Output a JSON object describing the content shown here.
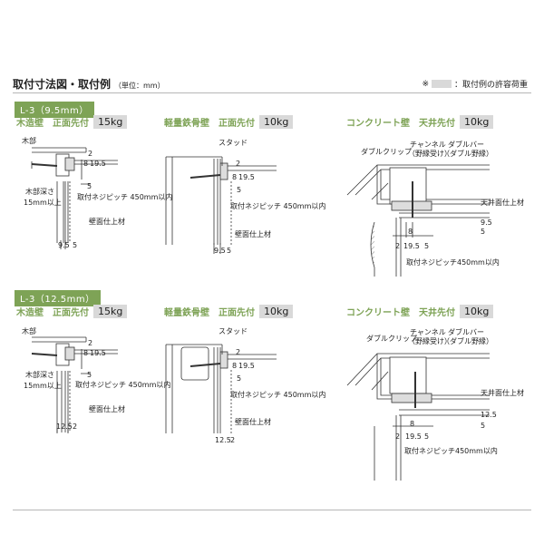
{
  "header": {
    "title": "取付寸法図・取付例",
    "unit": "（単位：mm）",
    "legend_mark": "※",
    "legend_text": "：取付例の許容荷重"
  },
  "sections": [
    {
      "label": "L-3（9.5mm）",
      "panels": [
        {
          "title": "木造壁　正面先付",
          "load": "15kg",
          "labels": [
            "木部",
            "木部深さ",
            "15mm以上",
            "取付ネジピッチ 450mm以内",
            "壁面仕上材"
          ],
          "dims": [
            "2",
            "8",
            "19.5",
            "5",
            "9.5",
            "5"
          ]
        },
        {
          "title": "軽量鉄骨壁　正面先付",
          "load": "10kg",
          "labels": [
            "スタッド",
            "取付ネジピッチ 450mm以内",
            "壁面仕上材"
          ],
          "dims": [
            "2",
            "8",
            "19.5",
            "5",
            "9.5",
            "5"
          ]
        },
        {
          "title": "コンクリート壁　天井先付",
          "load": "10kg",
          "labels": [
            "ダブルクリップ",
            "チャンネル",
            "（野縁受け）",
            "ダブルバー",
            "（ダブル野縁）",
            "天井面仕上材",
            "取付ネジピッチ450mm以内"
          ],
          "dims": [
            "9.5",
            "5",
            "8",
            "2",
            "19.5",
            "5"
          ]
        }
      ]
    },
    {
      "label": "L-3（12.5mm）",
      "panels": [
        {
          "title": "木造壁　正面先付",
          "load": "15kg",
          "labels": [
            "木部",
            "木部深さ",
            "15mm以上",
            "取付ネジピッチ 450mm以内",
            "壁面仕上材"
          ],
          "dims": [
            "2",
            "8",
            "19.5",
            "5",
            "12.5",
            "2"
          ]
        },
        {
          "title": "軽量鉄骨壁　正面先付",
          "load": "10kg",
          "labels": [
            "スタッド",
            "取付ネジピッチ 450mm以内",
            "壁面仕上材"
          ],
          "dims": [
            "2",
            "8",
            "19.5",
            "5",
            "12.5",
            "2"
          ]
        },
        {
          "title": "コンクリート壁　天井先付",
          "load": "10kg",
          "labels": [
            "ダブルクリップ",
            "チャンネル",
            "（野縁受け）",
            "ダブルバー",
            "（ダブル野縁）",
            "天井面仕上材",
            "取付ネジピッチ450mm以内"
          ],
          "dims": [
            "12.5",
            "5",
            "8",
            "2",
            "19.5",
            "5"
          ]
        }
      ]
    }
  ]
}
